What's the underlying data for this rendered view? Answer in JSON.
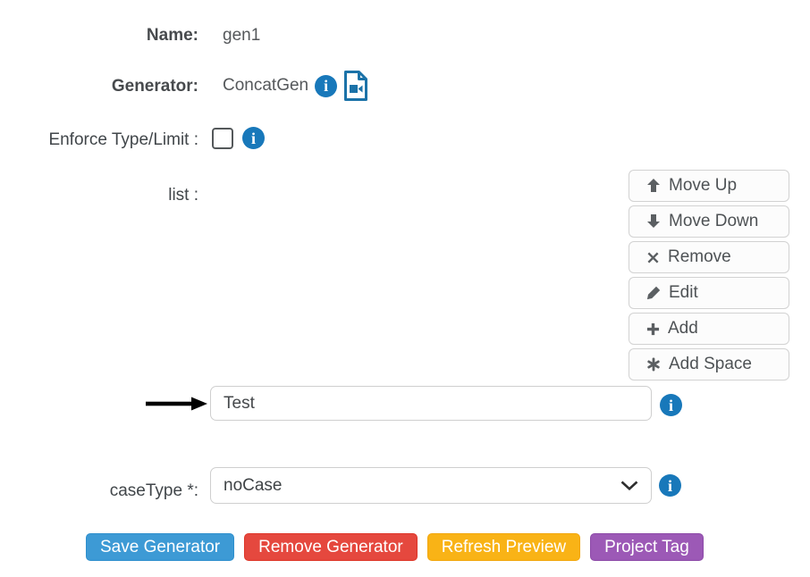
{
  "name_row": {
    "label": "Name:",
    "value": "gen1"
  },
  "generator_row": {
    "label": "Generator:",
    "value": "ConcatGen"
  },
  "enforce_row": {
    "label": "Enforce Type/Limit :",
    "checkbox_checked": false
  },
  "list_section": {
    "label": "list :",
    "buttons": [
      {
        "icon": "arrow-thick-up-icon",
        "label": "Move Up"
      },
      {
        "icon": "arrow-thick-down-icon",
        "label": "Move Down"
      },
      {
        "icon": "x-icon",
        "label": "Remove"
      },
      {
        "icon": "pencil-icon",
        "label": "Edit"
      },
      {
        "icon": "plus-icon",
        "label": "Add"
      },
      {
        "icon": "asterisk-icon",
        "label": "Add Space"
      }
    ]
  },
  "item_input": {
    "value": "Test"
  },
  "case_type": {
    "label": "caseType *:",
    "value": "noCase"
  },
  "actions": [
    {
      "label": "Save Generator",
      "color": "#3d9ad5"
    },
    {
      "label": "Remove Generator",
      "color": "#e5483e"
    },
    {
      "label": "Refresh Preview",
      "color": "#f9b316"
    },
    {
      "label": "Project Tag",
      "color": "#9c59b6"
    }
  ],
  "icons": {
    "info_glyph": "i"
  },
  "colors": {
    "info_blue": "#1878ba",
    "file_video_blue": "#1b72a8",
    "button_text_gray": "#4e5255",
    "label_gray": "#41464a"
  }
}
